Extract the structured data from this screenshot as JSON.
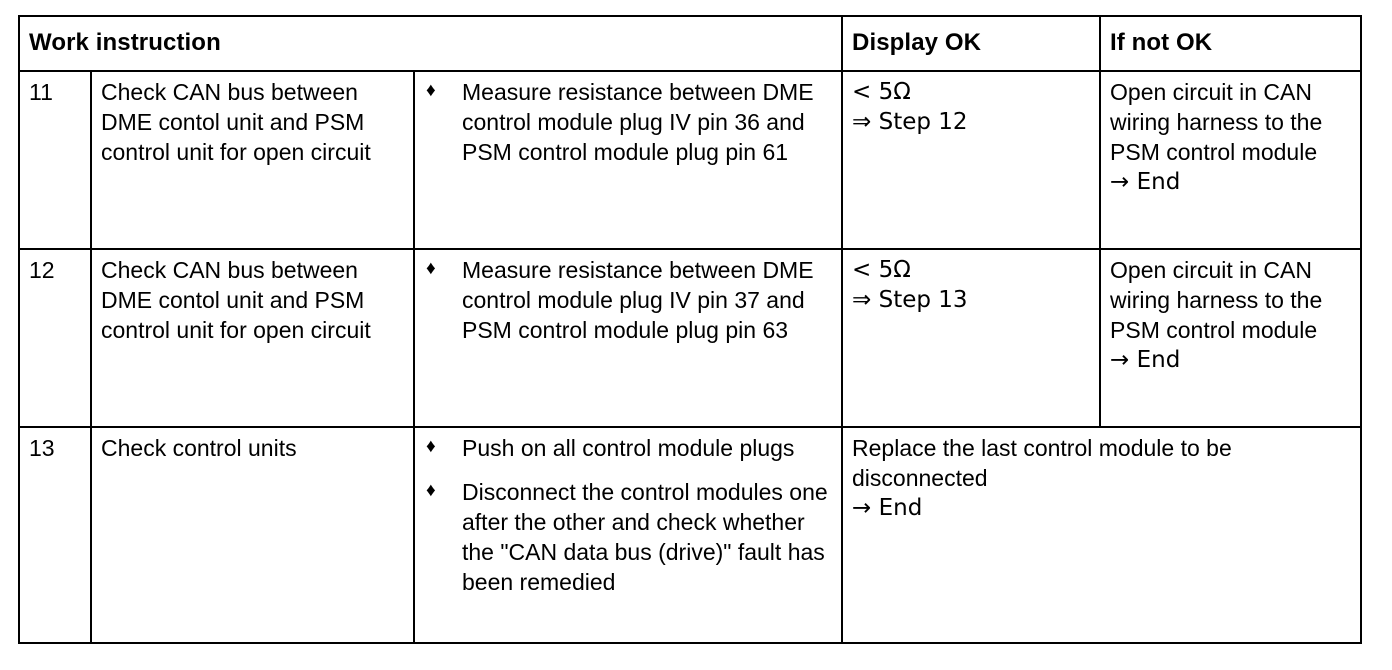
{
  "table": {
    "headers": {
      "work_instruction": "Work instruction",
      "display_ok": "Display OK",
      "if_not_ok": "If not OK"
    },
    "rows": [
      {
        "step": "11",
        "description": "Check CAN bus between DME contol unit and PSM control unit for open circuit",
        "actions": [
          "Measure resistance between DME control module plug IV pin 36 and PSM control module plug pin 61"
        ],
        "bullet_glyph": "♦",
        "display_ok": {
          "value": "< 5Ω",
          "next": "⇒ Step 12"
        },
        "if_not_ok": {
          "text": "Open circuit in CAN wiring harness to the PSM control module",
          "next": "→ End"
        }
      },
      {
        "step": "12",
        "description": "Check CAN bus between DME contol unit and PSM control unit for open circuit",
        "actions": [
          "Measure resistance between DME control module plug IV pin 37 and PSM control module plug pin 63"
        ],
        "bullet_glyph": "♦",
        "display_ok": {
          "value": "< 5Ω",
          "next": "⇒ Step 13"
        },
        "if_not_ok": {
          "text": "Open circuit in CAN wiring harness to the PSM control module",
          "next": "→ End"
        }
      },
      {
        "step": "13",
        "description": "Check control units",
        "actions": [
          "Push on all control module plugs",
          "Disconnect the control modules one after the other and check whether the \"CAN data bus (drive)\" fault has been remedied"
        ],
        "bullet_glyph": "♦",
        "result": {
          "text": "Replace the last control module to be disconnected",
          "next": "→ End"
        }
      }
    ]
  }
}
